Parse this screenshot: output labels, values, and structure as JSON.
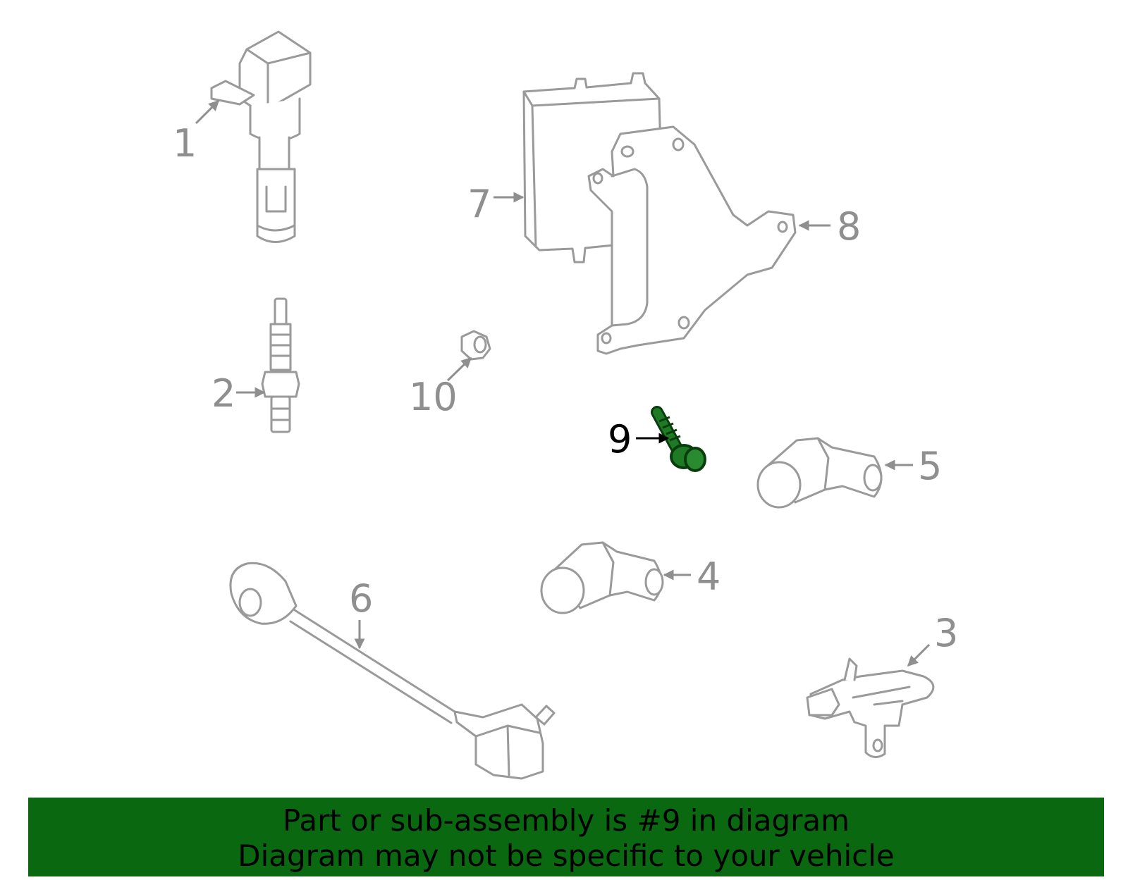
{
  "highlight_part": "9",
  "colors": {
    "highlight": "#0a6810",
    "line": "#9a9a9a",
    "banner": "#0a6810"
  },
  "callouts": [
    {
      "id": "1",
      "label": "1"
    },
    {
      "id": "2",
      "label": "2"
    },
    {
      "id": "3",
      "label": "3"
    },
    {
      "id": "4",
      "label": "4"
    },
    {
      "id": "5",
      "label": "5"
    },
    {
      "id": "6",
      "label": "6"
    },
    {
      "id": "7",
      "label": "7"
    },
    {
      "id": "8",
      "label": "8"
    },
    {
      "id": "9",
      "label": "9"
    },
    {
      "id": "10",
      "label": "10"
    }
  ],
  "banner": {
    "line1": "Part or sub-assembly is #9 in diagram",
    "line2": "Diagram may not be specific to your vehicle"
  }
}
